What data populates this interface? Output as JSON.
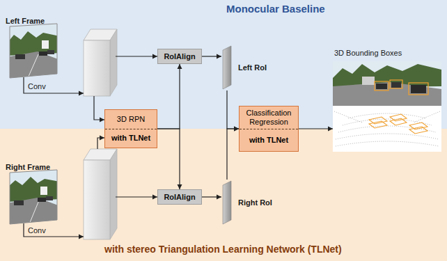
{
  "diagram": {
    "nodes": [
      {
        "text": [
          "Monocular Baseline"
        ]
      },
      {
        "text": [
          "Left Frame"
        ],
        "in": 0
      },
      {
        "text": [
          "RoIAlign"
        ],
        "in": 0
      },
      {
        "text": [
          "Left RoI"
        ],
        "in": 0
      },
      {
        "text": [
          "3D Bounding Boxes"
        ]
      },
      {
        "text": [
          "3D RPN",
          "with TLNet"
        ]
      },
      {
        "text": [
          "Classification Regression",
          "with TLNet"
        ]
      },
      {
        "text": [
          "with stereo Triangulation Learning Network (TLNet)"
        ]
      },
      {
        "text": [
          "Right Frame"
        ],
        "in": 7
      },
      {
        "text": [
          "RoIAlign"
        ],
        "in": 7
      },
      {
        "text": [
          "Right RoI"
        ],
        "in": 7
      }
    ],
    "edges": [
      {
        "from": 5,
        "to": 2,
        "arrow": "to"
      },
      {
        "from": 5,
        "to": 9,
        "arrow": "to"
      },
      {
        "from": 2,
        "to": 3,
        "arrow": "to"
      },
      {
        "from": 9,
        "to": 10,
        "arrow": "to"
      },
      {
        "from": 3,
        "to": 6,
        "arrow": "to"
      },
      {
        "from": 10,
        "to": 6,
        "arrow": "to"
      },
      {
        "from": 6,
        "to": 4,
        "arrow": "to"
      }
    ],
    "labels": [
      "Conv",
      "Conv"
    ]
  }
}
